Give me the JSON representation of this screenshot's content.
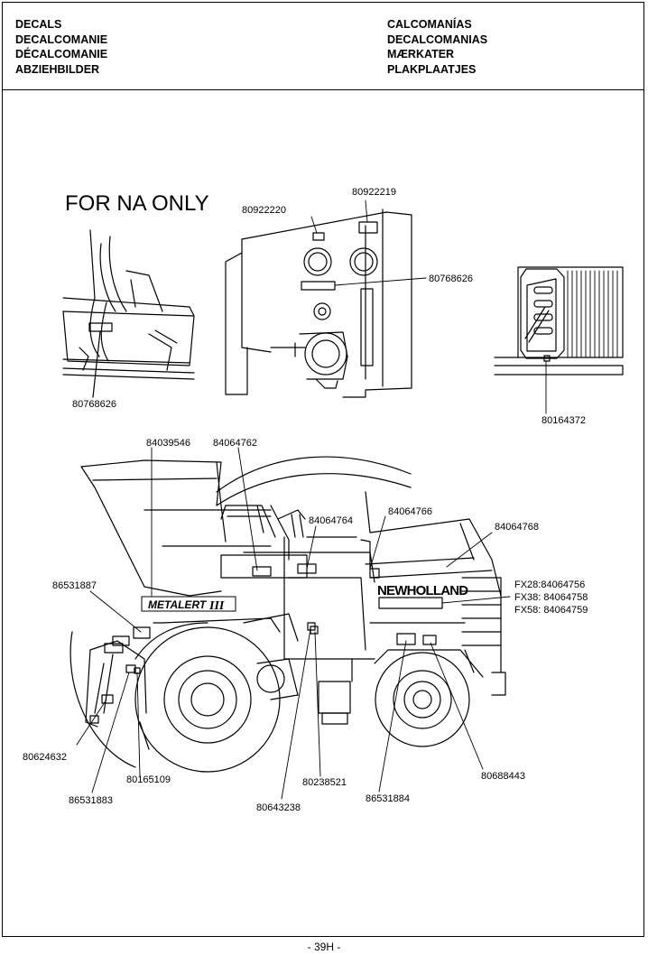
{
  "header": {
    "left": [
      "DECALS",
      "DECALCOMANIE",
      "DÉCALCOMANIE",
      "ABZIEHBILDER"
    ],
    "right": [
      "CALCOMANÍAS",
      "DECALCOMANIAS",
      "MÆRKATER",
      "PLAKPLAATJES"
    ]
  },
  "diagram": {
    "na_heading": "FOR NA ONLY",
    "brand_logo": "NEWHOLLAND",
    "metalert_logo": "METALERT",
    "metalert_numeral": "III",
    "callouts": {
      "c80922219": "80922219",
      "c80922220": "80922220",
      "c80768626_mid": "80768626",
      "c80768626_left": "80768626",
      "c80164372": "80164372",
      "c84039546": "84039546",
      "c84064762": "84064762",
      "c84064764": "84064764",
      "c84064766": "84064766",
      "c84064768": "84064768",
      "c86531887": "86531887",
      "fx28": "FX28:84064756",
      "fx38": "FX38: 84064758",
      "fx58": "FX58: 84064759",
      "c80624632": "80624632",
      "c80165109": "80165109",
      "c86531883": "86531883",
      "c80238521": "80238521",
      "c80643238": "80643238",
      "c86531884": "86531884",
      "c80688443": "80688443"
    }
  },
  "footer": {
    "page_number": "- 39H -"
  }
}
